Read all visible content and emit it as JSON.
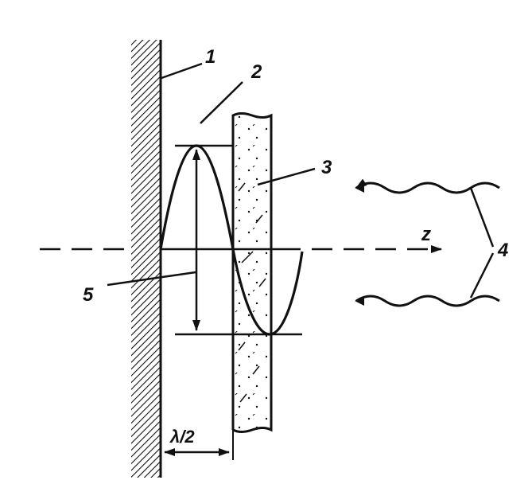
{
  "diagram": {
    "labels": {
      "mirror": "1",
      "gap": "2",
      "absorbing_layer": "3",
      "waves": "4",
      "standing_wave": "5",
      "axis": "z",
      "spacing": "λ/2"
    },
    "colors": {
      "ink": "#111111",
      "background": "#ffffff"
    }
  }
}
